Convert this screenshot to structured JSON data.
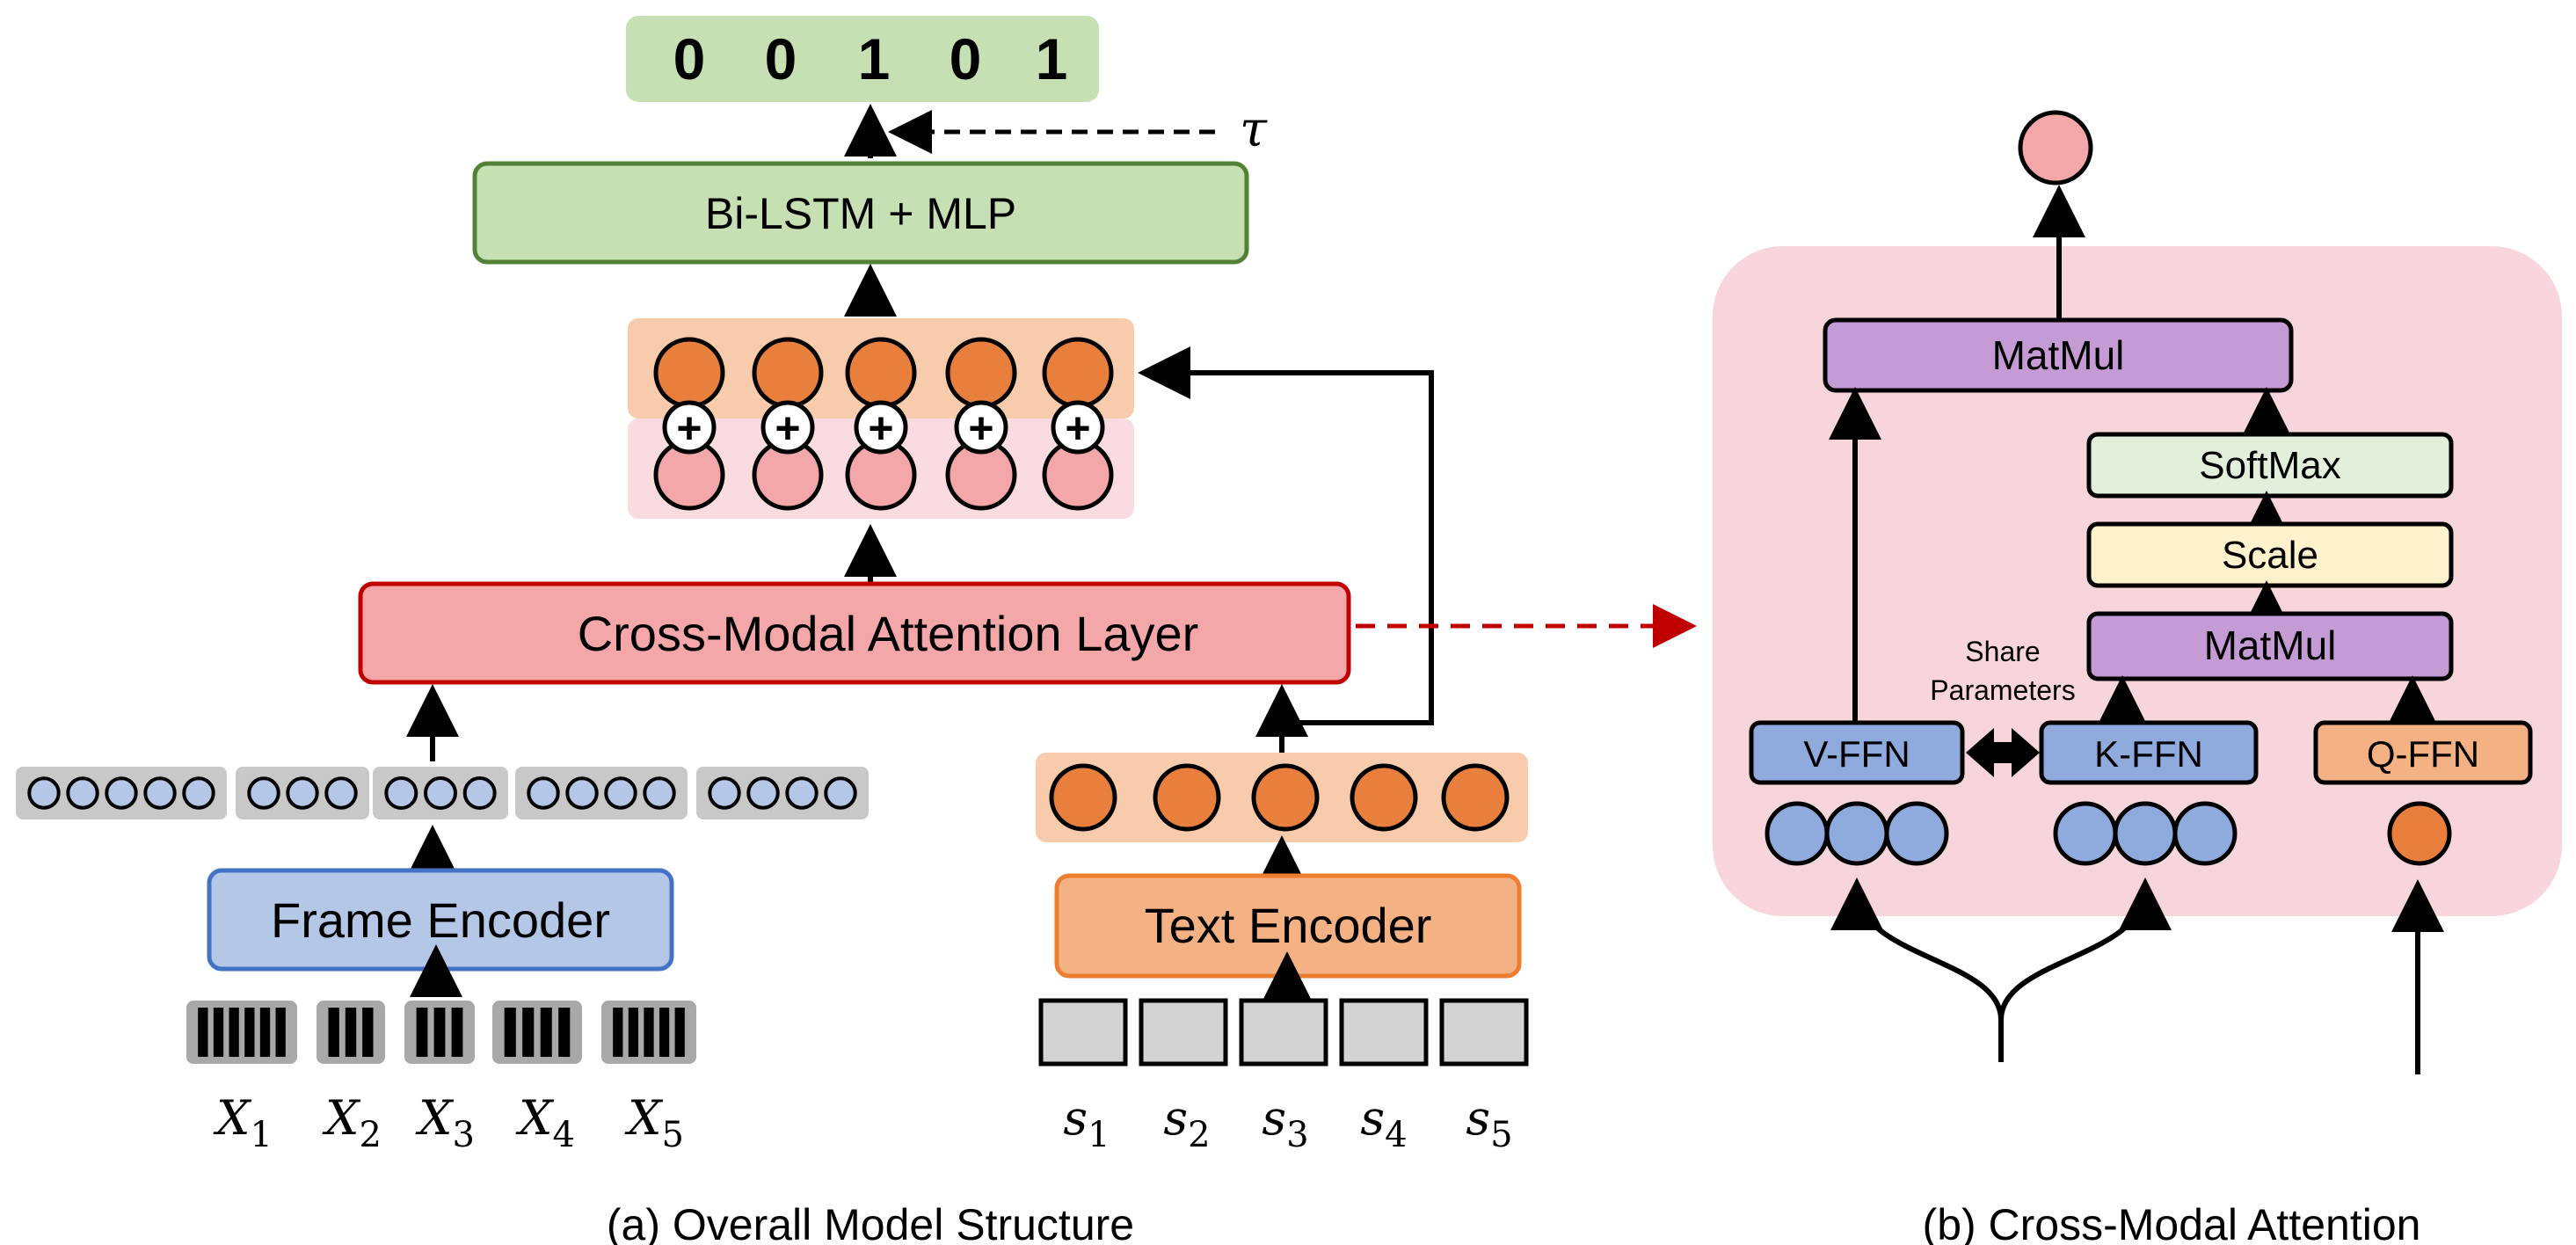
{
  "colors": {
    "green_fill": "#c6e0b4",
    "green_stroke": "#548235",
    "red_fill": "#f4a7a8",
    "red_stroke": "#c00000",
    "blue_fill": "#b4c7e7",
    "blue_stroke": "#4472c4",
    "orange_fill": "#f4b183",
    "orange_stroke": "#ed7d31",
    "orange_circle": "#e97f3c",
    "pink_panel": "#f7d5da",
    "purple_fill": "#c59bd6",
    "yellow_fill": "#fff2cc",
    "softmax_fill": "#e2efda",
    "gray_strip": "#c8c8c8",
    "token_gray": "#d3d3d3"
  },
  "output": {
    "bits": [
      "0",
      "0",
      "1",
      "0",
      "1"
    ],
    "tau": "τ"
  },
  "blocks": {
    "bilstm": "Bi-LSTM + MLP",
    "cross_modal": "Cross-Modal Attention Layer",
    "frame_encoder": "Frame Encoder",
    "text_encoder": "Text Encoder"
  },
  "sum_symbol": "+",
  "frame_inputs": [
    {
      "base": "X",
      "sub": "1"
    },
    {
      "base": "X",
      "sub": "2"
    },
    {
      "base": "X",
      "sub": "3"
    },
    {
      "base": "X",
      "sub": "4"
    },
    {
      "base": "X",
      "sub": "5"
    }
  ],
  "sentence_inputs": [
    {
      "base": "s",
      "sub": "1"
    },
    {
      "base": "s",
      "sub": "2"
    },
    {
      "base": "s",
      "sub": "3"
    },
    {
      "base": "s",
      "sub": "4"
    },
    {
      "base": "s",
      "sub": "5"
    }
  ],
  "attention": {
    "matmul_top": "MatMul",
    "softmax": "SoftMax",
    "scale": "Scale",
    "matmul_mid": "MatMul",
    "share_line1": "Share",
    "share_line2": "Parameters",
    "v_ffn": "V-FFN",
    "k_ffn": "K-FFN",
    "q_ffn": "Q-FFN"
  },
  "captions": {
    "a": "(a) Overall Model Structure",
    "b": "(b) Cross-Modal Attention"
  }
}
